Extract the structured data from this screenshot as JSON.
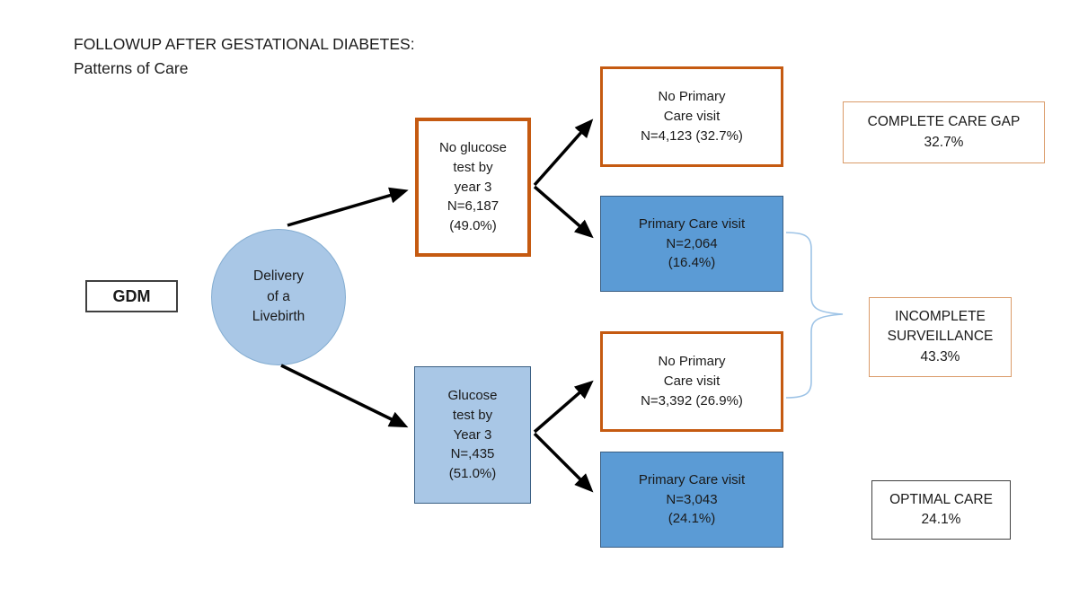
{
  "title": {
    "text": "FOLLOWUP AFTER GESTATIONAL DIABETES:\nPatterns of Care"
  },
  "nodes": {
    "gdm": {
      "label": "GDM"
    },
    "delivery": {
      "label": "Delivery\nof a\nLivebirth"
    },
    "no_glucose_test": {
      "label": "No glucose\ntest by\nyear 3\nN=6,187\n(49.0%)"
    },
    "glucose_test": {
      "label": "Glucose\ntest by\nYear 3\nN=,435\n(51.0%)"
    },
    "no_primary_care_top": {
      "label": "No Primary\nCare visit\nN=4,123 (32.7%)"
    },
    "primary_care_top": {
      "label": "Primary Care visit\nN=2,064\n(16.4%)"
    },
    "no_primary_care_bottom": {
      "label": "No Primary\nCare visit\nN=3,392 (26.9%)"
    },
    "primary_care_bottom": {
      "label": "Primary Care visit\nN=3,043\n(24.1%)"
    }
  },
  "annotations": {
    "complete_care_gap": {
      "label": "COMPLETE CARE GAP\n32.7%"
    },
    "incomplete_surveillance": {
      "label": "INCOMPLETE\nSURVEILLANCE\n43.3%"
    },
    "optimal_care": {
      "label": "OPTIMAL CARE\n24.1%"
    }
  },
  "colors": {
    "light-blue": "#A9C7E6",
    "light-blue-border": "#84ADD1",
    "med-blue": "#5B9BD5",
    "dark-blue-border": "#3A5F83",
    "orange-thick": "#C55A11",
    "orange-thin": "#DA9B69",
    "brace-blue": "#9DC3E6"
  }
}
